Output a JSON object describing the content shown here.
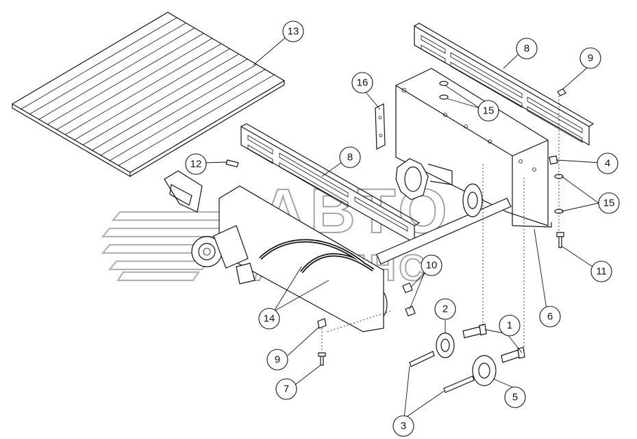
{
  "diagram": {
    "type": "exploded-parts-view",
    "watermark": {
      "line1": "АВТО",
      "line2": "АЛЬЯНС"
    },
    "callouts": [
      "13",
      "16",
      "8",
      "9",
      "15",
      "12",
      "8",
      "4",
      "15",
      "11",
      "6",
      "10",
      "14",
      "2",
      "1",
      "9",
      "7",
      "5",
      "3"
    ],
    "labels": {
      "c13": "13",
      "c16": "16",
      "c8a": "8",
      "c9a": "9",
      "c15a": "15",
      "c12": "12",
      "c8b": "8",
      "c4": "4",
      "c15b": "15",
      "c11": "11",
      "c6": "6",
      "c10": "10",
      "c14": "14",
      "c2": "2",
      "c1": "1",
      "c9b": "9",
      "c7": "7",
      "c5": "5",
      "c3": "3"
    }
  }
}
